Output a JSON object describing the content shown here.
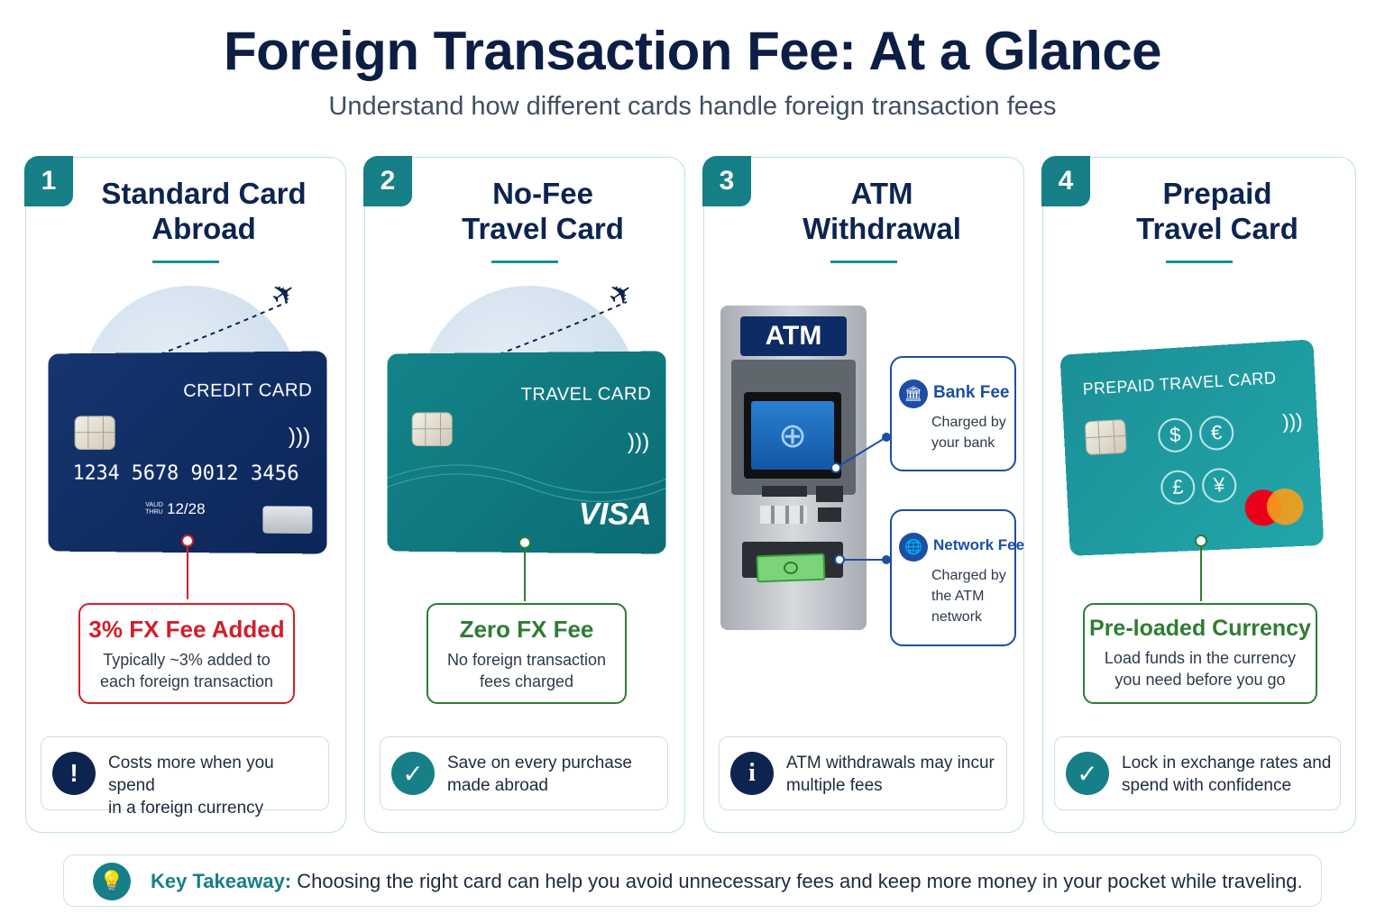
{
  "header": {
    "title": "Foreign Transaction Fee: At a Glance",
    "subtitle": "Understand how different cards handle foreign transaction fees"
  },
  "panels": [
    {
      "number": "1",
      "title_line1": "Standard Card",
      "title_line2": "Abroad",
      "card": {
        "label": "CREDIT CARD",
        "number": "1234  5678  9012  3456",
        "valid_label_1": "VALID",
        "valid_label_2": "THRU",
        "expiry": "12/28"
      },
      "callout": {
        "heading": "3% FX Fee Added",
        "body_line1": "Typically ~3% added to",
        "body_line2": "each foreign transaction",
        "color": "#d0202a"
      },
      "note": {
        "icon": "exclamation-icon",
        "symbol": "!",
        "line1": "Costs more when you spend",
        "line2": "in a foreign currency"
      }
    },
    {
      "number": "2",
      "title_line1": "No-Fee",
      "title_line2": "Travel Card",
      "card": {
        "label": "TRAVEL CARD",
        "brand": "VISA"
      },
      "callout": {
        "heading": "Zero FX Fee",
        "body_line1": "No foreign transaction",
        "body_line2": "fees charged",
        "color": "#2e7d32"
      },
      "note": {
        "icon": "checkmark-icon",
        "symbol": "✓",
        "line1": "Save on every purchase",
        "line2": "made abroad"
      }
    },
    {
      "number": "3",
      "title_line1": "ATM",
      "title_line2": "Withdrawal",
      "atm": {
        "sign": "ATM",
        "bank_fee": {
          "heading": "Bank Fee",
          "line1": "Charged by",
          "line2": "your bank",
          "icon": "bank-icon",
          "symbol": "🏛"
        },
        "network_fee": {
          "heading": "Network Fee",
          "line1": "Charged by",
          "line2": "the ATM",
          "line3": "network",
          "icon": "globe-icon",
          "symbol": "🌐"
        }
      },
      "note": {
        "icon": "info-icon",
        "symbol": "i",
        "line1": "ATM withdrawals may incur",
        "line2": "multiple fees"
      }
    },
    {
      "number": "4",
      "title_line1": "Prepaid",
      "title_line2": "Travel Card",
      "card": {
        "label": "PREPAID TRAVEL CARD",
        "currencies": [
          "$",
          "€",
          "£",
          "¥"
        ]
      },
      "callout": {
        "heading": "Pre-loaded Currency",
        "body_line1": "Load funds in the currency",
        "body_line2": "you need before you go",
        "color": "#2e7d32"
      },
      "note": {
        "icon": "checkmark-icon",
        "symbol": "✓",
        "line1": "Lock in exchange rates and",
        "line2": "spend with confidence"
      }
    }
  ],
  "takeaway": {
    "label": "Key Takeaway:",
    "text": "Choosing the right card can help you avoid unnecessary fees and keep more money in your pocket while traveling.",
    "icon": "lightbulb-icon",
    "symbol": "💡"
  },
  "colors": {
    "accent": "#167f87",
    "navy": "#0d2451",
    "red": "#d0202a",
    "green": "#2e7d32",
    "blue": "#1c4fa3"
  }
}
